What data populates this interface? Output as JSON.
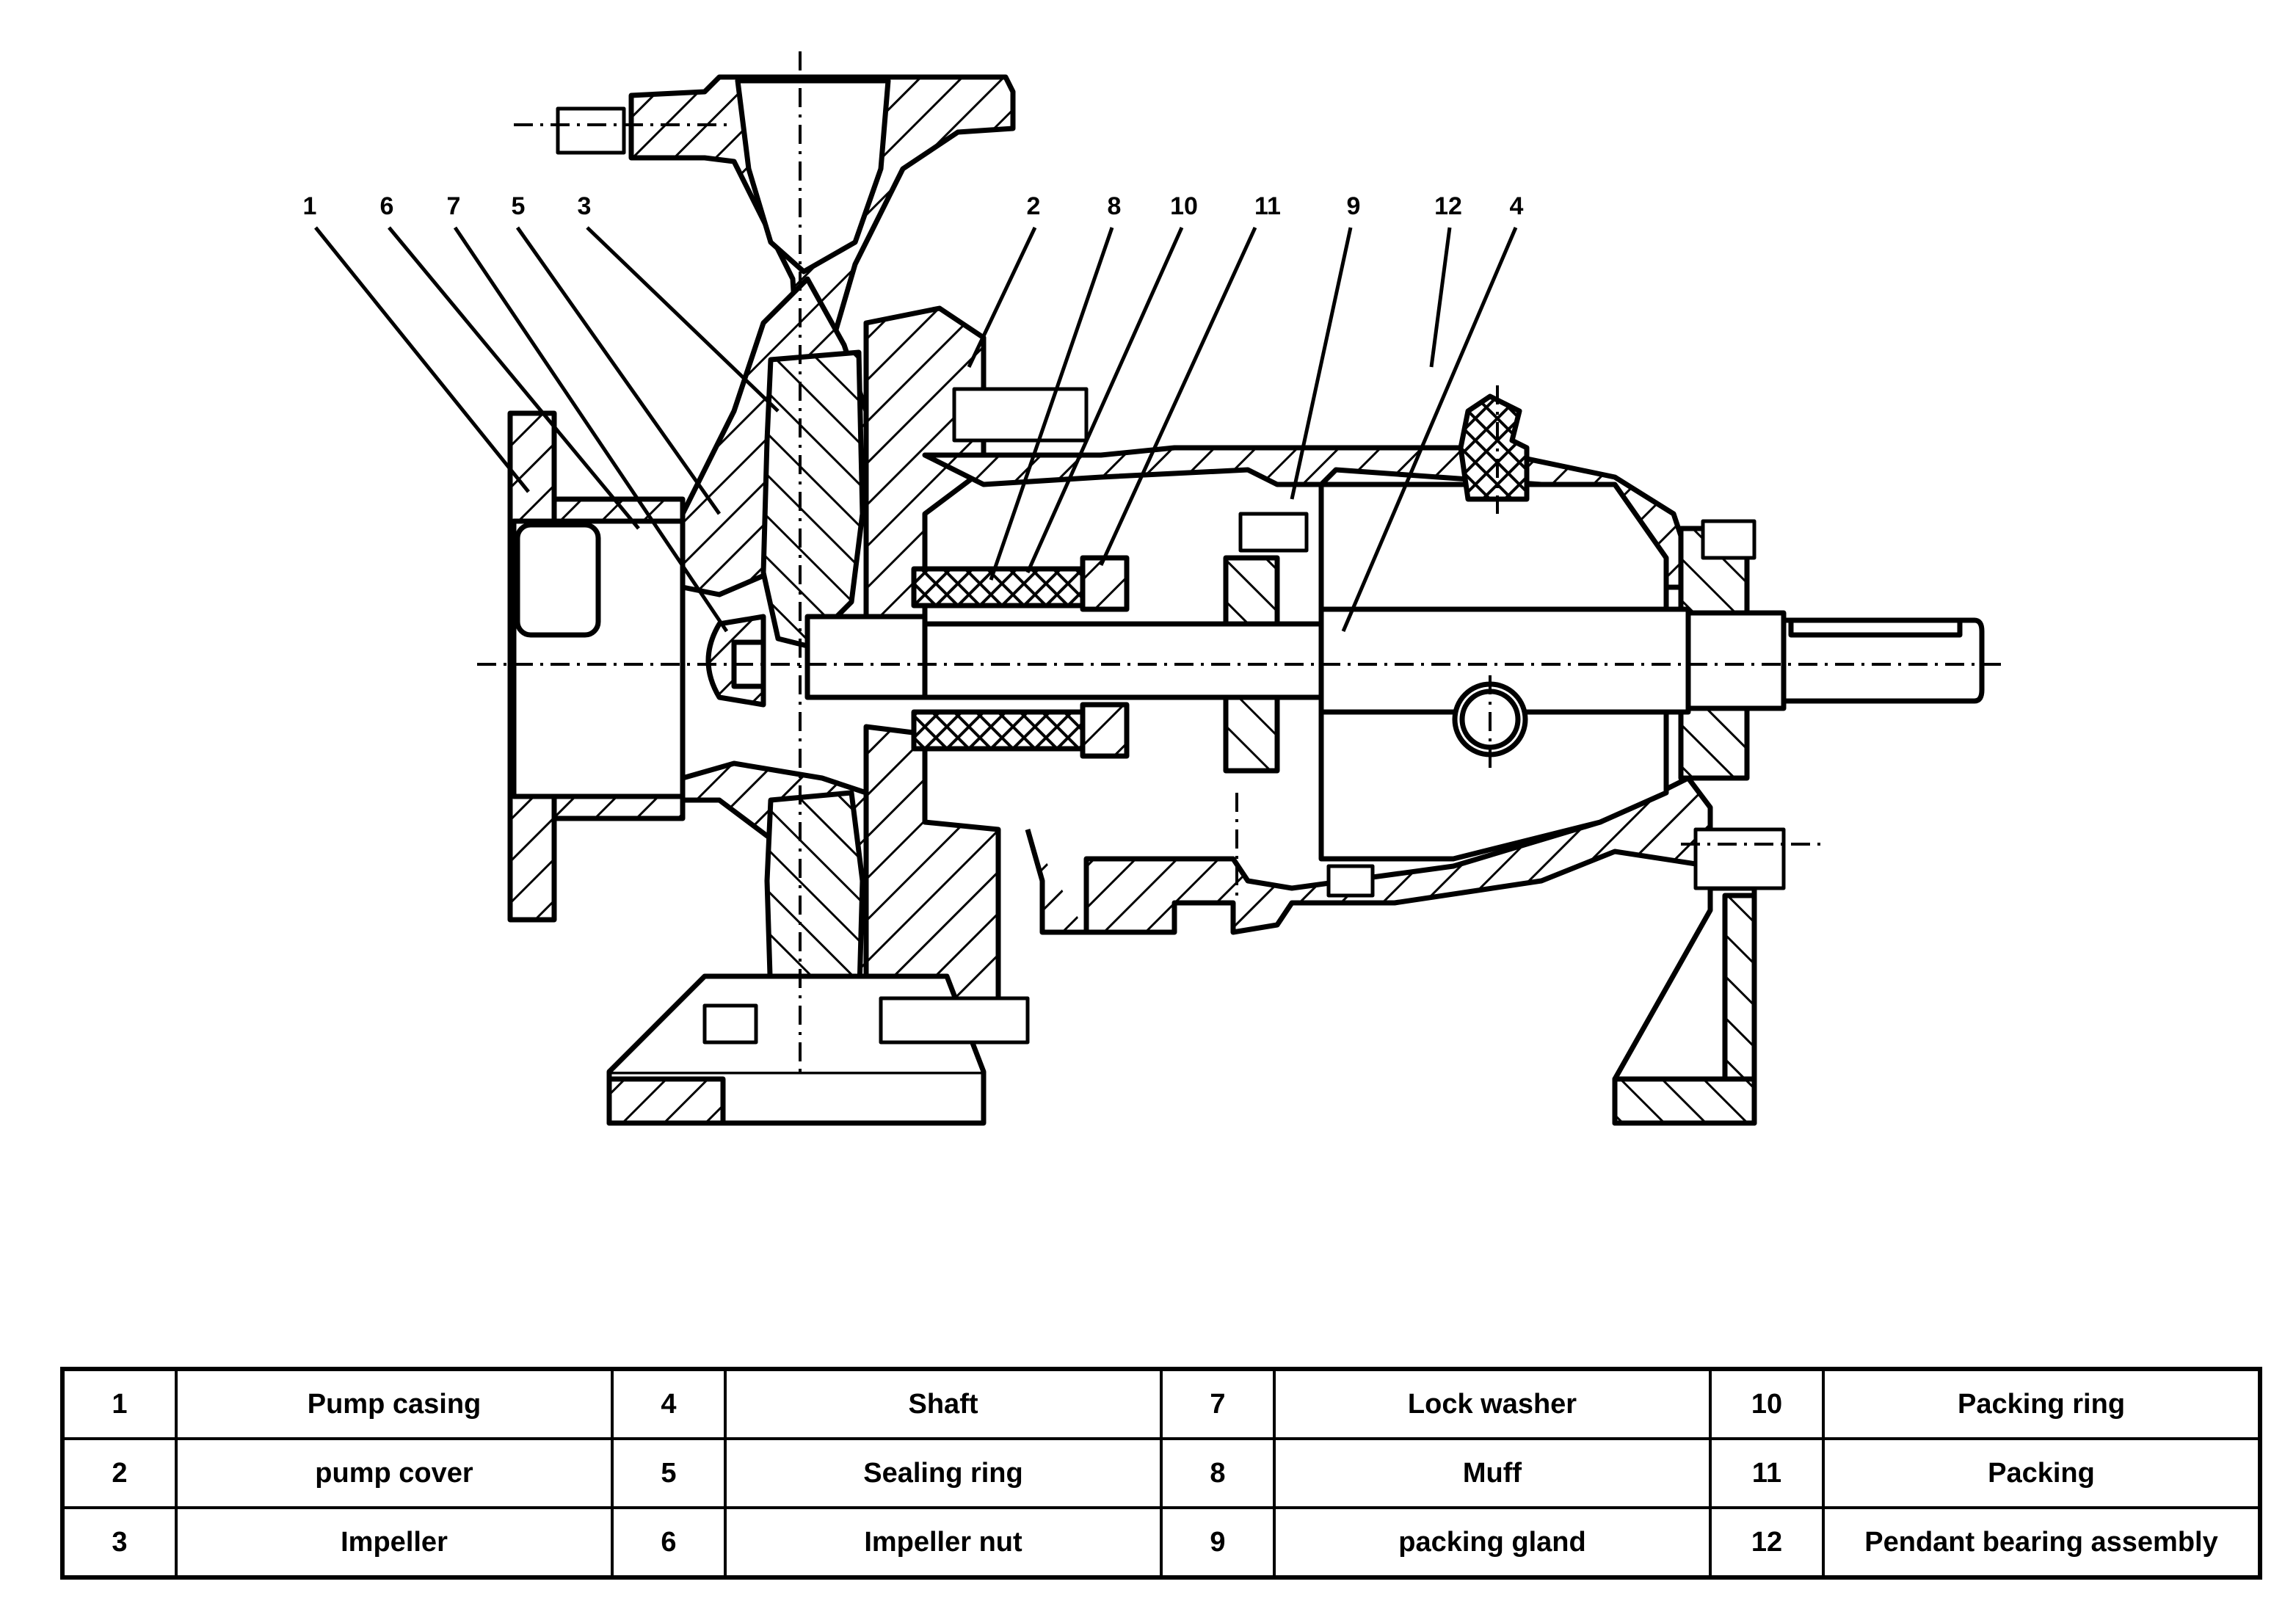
{
  "diagram": {
    "title": "Centrifugal pump sectional drawing",
    "callouts": [
      "1",
      "6",
      "7",
      "5",
      "3",
      "2",
      "8",
      "10",
      "11",
      "9",
      "12",
      "4"
    ],
    "line_color": "#000000",
    "background": "#ffffff"
  },
  "parts_table": {
    "rows": [
      [
        {
          "num": "1",
          "name": "Pump casing"
        },
        {
          "num": "4",
          "name": "Shaft"
        },
        {
          "num": "7",
          "name": "Lock washer"
        },
        {
          "num": "10",
          "name": "Packing ring"
        }
      ],
      [
        {
          "num": "2",
          "name": "pump cover"
        },
        {
          "num": "5",
          "name": "Sealing ring"
        },
        {
          "num": "8",
          "name": "Muff"
        },
        {
          "num": "11",
          "name": "Packing"
        }
      ],
      [
        {
          "num": "3",
          "name": "Impeller"
        },
        {
          "num": "6",
          "name": "Impeller nut"
        },
        {
          "num": "9",
          "name": "packing gland"
        },
        {
          "num": "12",
          "name": "Pendant bearing assembly"
        }
      ]
    ]
  }
}
